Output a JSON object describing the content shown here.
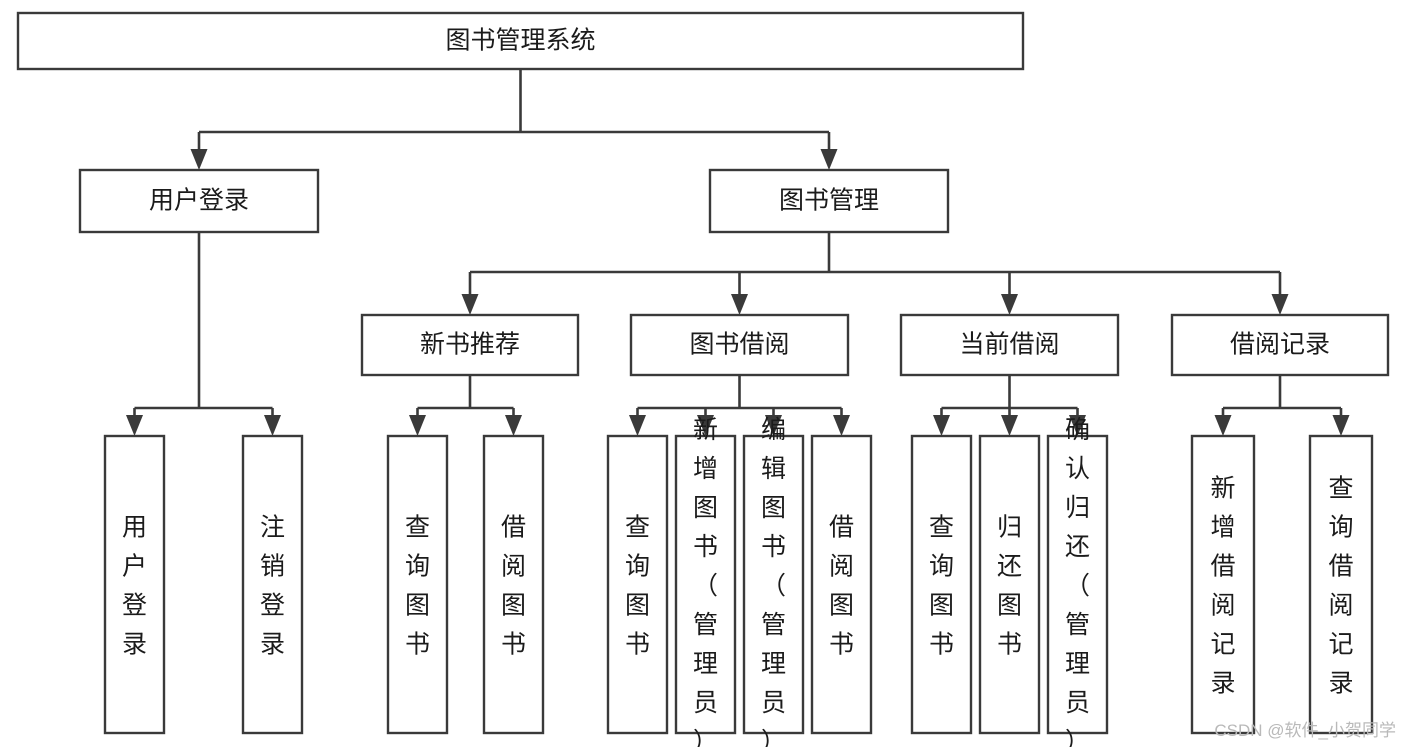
{
  "diagram": {
    "title": "图书管理系统",
    "type": "hierarchy-tree",
    "root": {
      "id": "root",
      "label": "图书管理系统",
      "level": 0
    },
    "level1": [
      {
        "id": "user-login",
        "label": "用户登录"
      },
      {
        "id": "book-management",
        "label": "图书管理"
      }
    ],
    "level2": [
      {
        "id": "new-book-recommend",
        "label": "新书推荐",
        "parent": "book-management"
      },
      {
        "id": "book-borrow",
        "label": "图书借阅",
        "parent": "book-management"
      },
      {
        "id": "current-borrow",
        "label": "当前借阅",
        "parent": "book-management"
      },
      {
        "id": "borrow-record",
        "label": "借阅记录",
        "parent": "book-management"
      }
    ],
    "leaves": {
      "user-login": [
        {
          "id": "leaf-user-login",
          "label": "用户登录"
        },
        {
          "id": "leaf-user-logout",
          "label": "注销登录"
        }
      ],
      "new-book-recommend": [
        {
          "id": "leaf-query-book-1",
          "label": "查询图书"
        },
        {
          "id": "leaf-borrow-book-1",
          "label": "借阅图书"
        }
      ],
      "book-borrow": [
        {
          "id": "leaf-query-book-2",
          "label": "查询图书"
        },
        {
          "id": "leaf-add-book",
          "label": "新增图书（管理员）"
        },
        {
          "id": "leaf-edit-book",
          "label": "编辑图书（管理员）"
        },
        {
          "id": "leaf-borrow-book-2",
          "label": "借阅图书"
        }
      ],
      "current-borrow": [
        {
          "id": "leaf-query-book-3",
          "label": "查询图书"
        },
        {
          "id": "leaf-return-book",
          "label": "归还图书"
        },
        {
          "id": "leaf-confirm-return",
          "label": "确认归还（管理员）"
        }
      ],
      "borrow-record": [
        {
          "id": "leaf-add-record",
          "label": "新增借阅记录"
        },
        {
          "id": "leaf-query-record",
          "label": "查询借阅记录"
        }
      ]
    },
    "colors": {
      "box_stroke": "#3a3a3a",
      "box_fill": "#ffffff",
      "text": "#1b1b1b",
      "connector": "#3a3a3a",
      "watermark": "#b9b9b9",
      "background": "#ffffff"
    }
  },
  "watermark": {
    "text": "CSDN @软件_小贺同学"
  }
}
